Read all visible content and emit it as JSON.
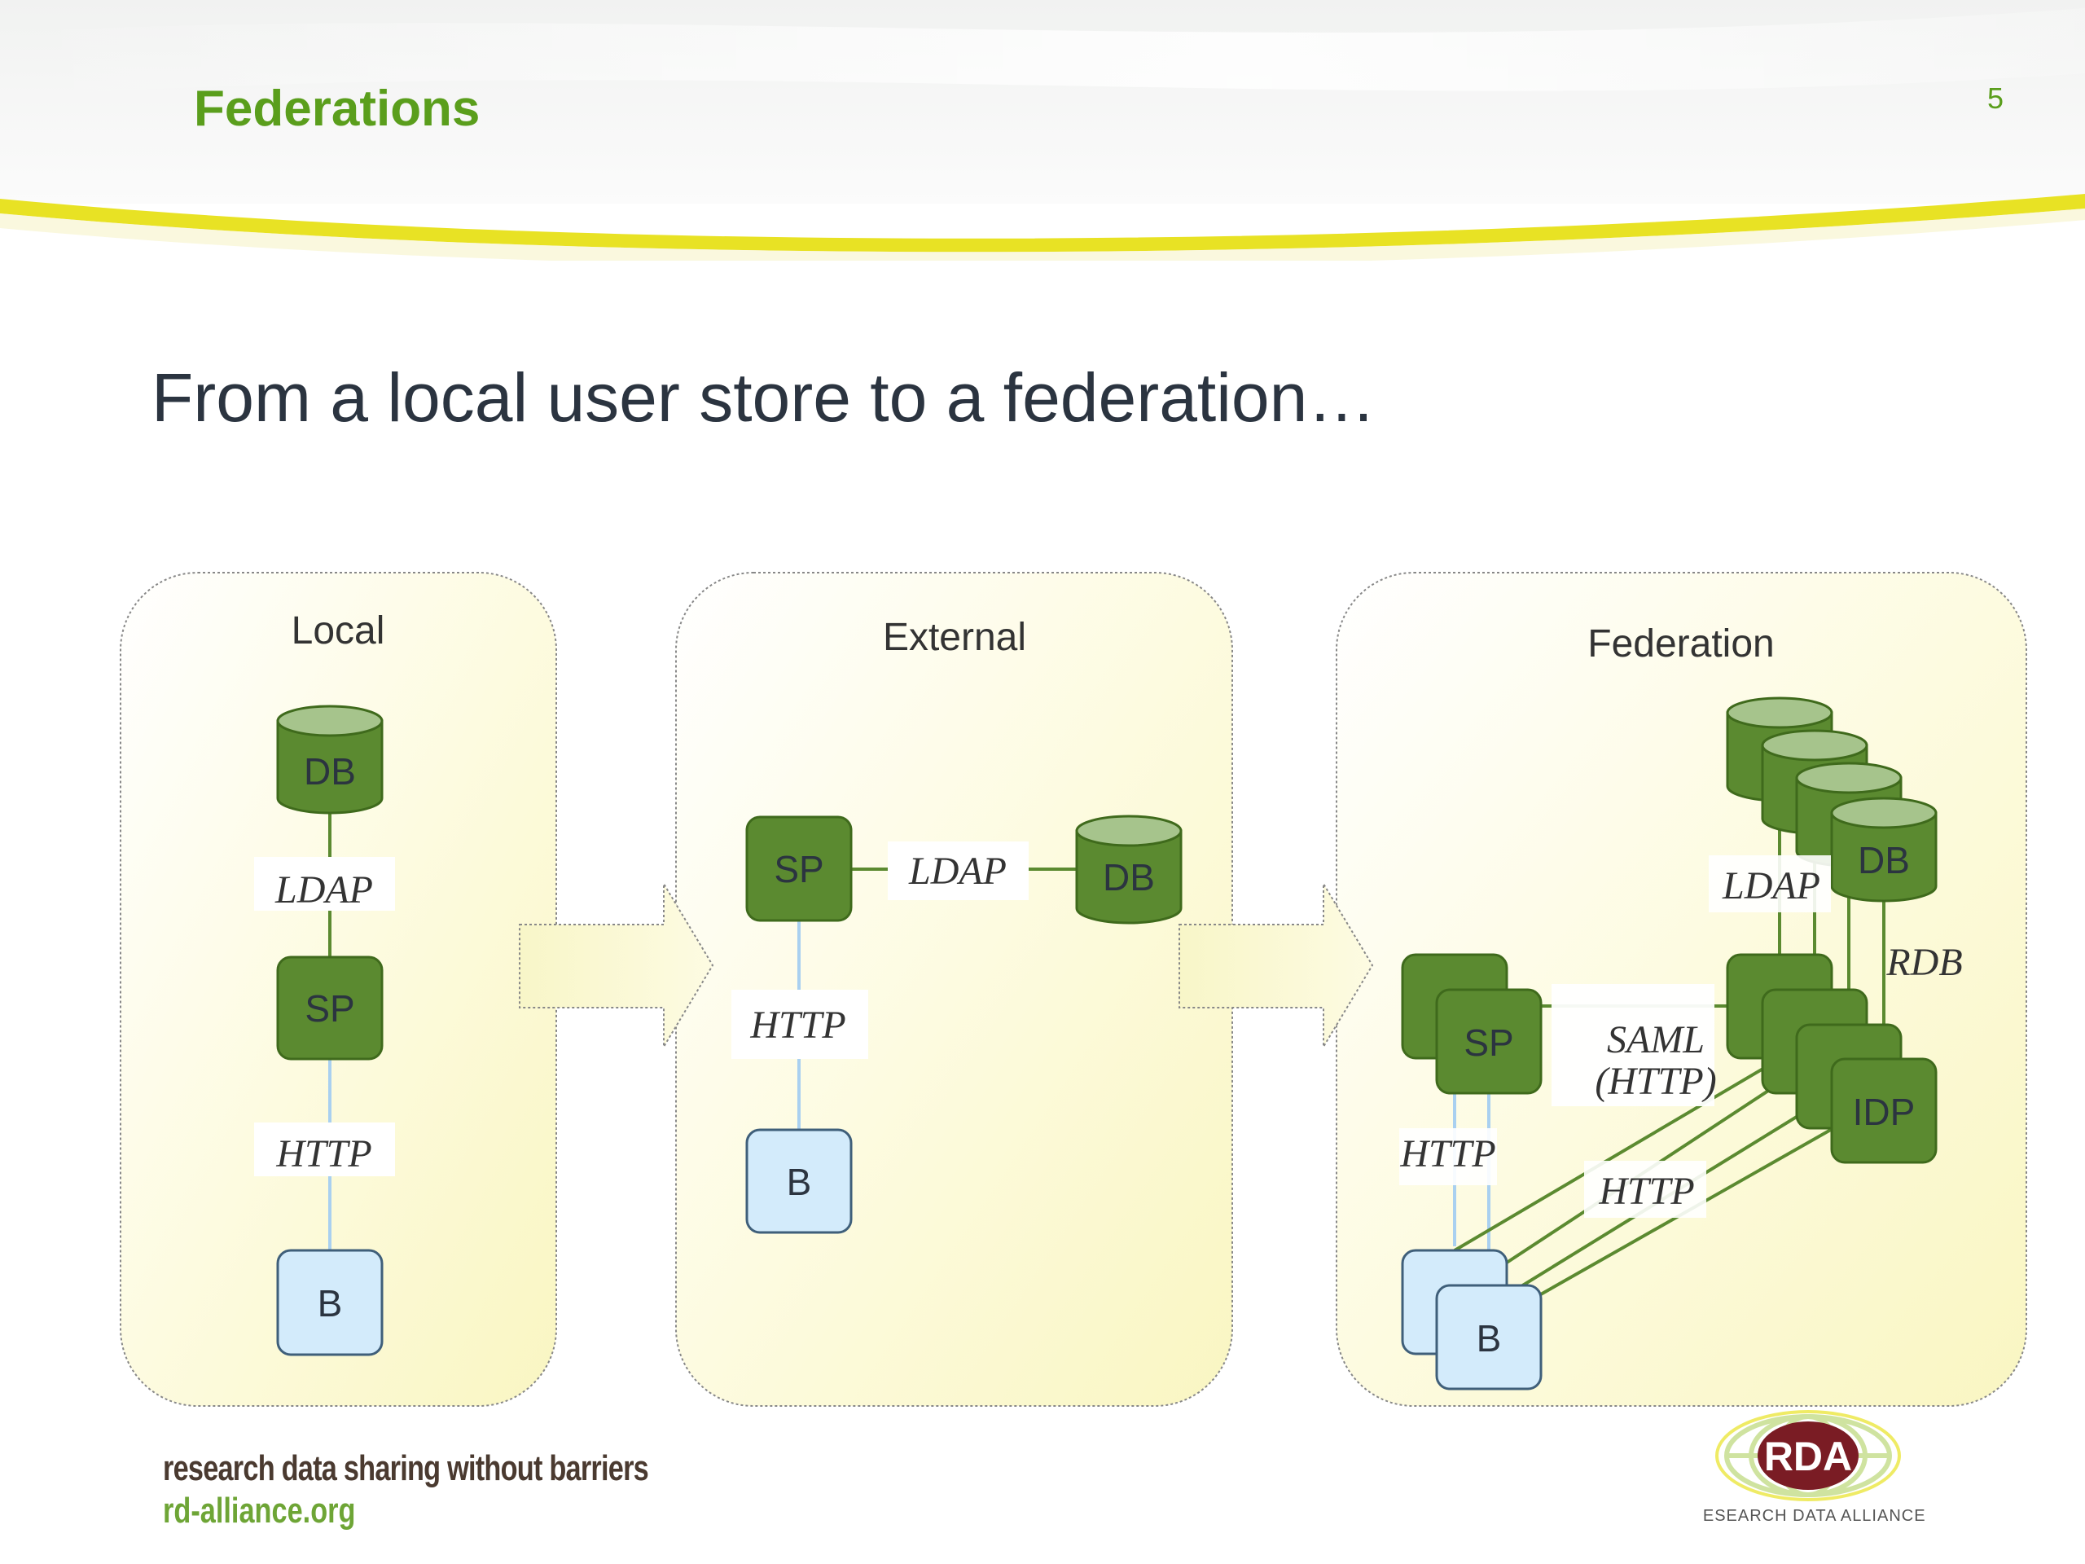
{
  "header": {
    "title": "Federations",
    "page_number": "5"
  },
  "subtitle": "From a local user store to a federation…",
  "diagram": {
    "local": {
      "title": "Local",
      "db": "DB",
      "ldap": "LDAP",
      "sp": "SP",
      "http": "HTTP",
      "b": "B"
    },
    "external": {
      "title": "External",
      "sp": "SP",
      "ldap": "LDAP",
      "db": "DB",
      "http": "HTTP",
      "b": "B"
    },
    "federation": {
      "title": "Federation",
      "db": "DB",
      "ldap": "LDAP",
      "rdb": "RDB",
      "idp": "IDP",
      "sp": "SP",
      "saml": "SAML",
      "saml_http": "(HTTP)",
      "http_left": "HTTP",
      "http_right": "HTTP",
      "b": "B"
    }
  },
  "footer": {
    "tagline": "research data sharing without barriers",
    "website": "rd-alliance.org",
    "logo_text": "RDA",
    "logo_subtext": "RESEARCH DATA ALLIANCE"
  },
  "colors": {
    "brand_green": "#5a9e1c",
    "node_green": "#5b8a30",
    "node_light_blue": "#d3ebfb",
    "panel_fill": "#fcfbd6",
    "accent_yellow": "#e8e224"
  }
}
